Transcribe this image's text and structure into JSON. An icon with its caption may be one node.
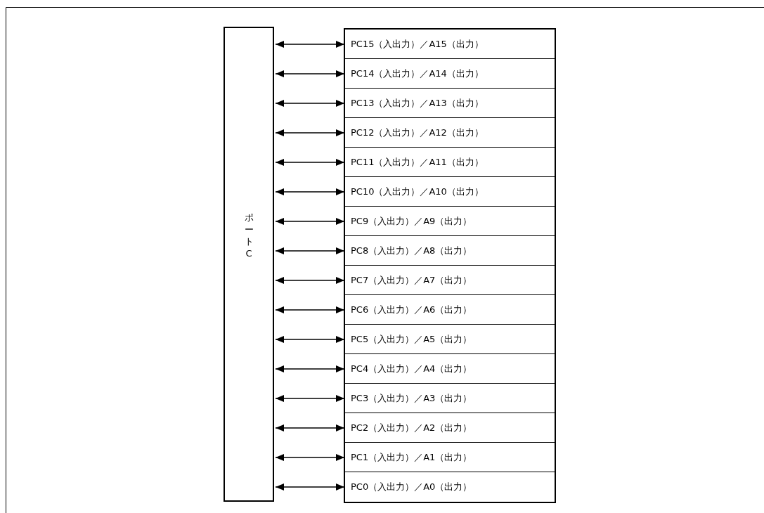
{
  "diagram": {
    "nodes": [
      {
        "text": [
          "ポートC"
        ]
      },
      {
        "text": [],
        "shape": "box"
      },
      {
        "text": [
          "PC15（入出力）／A15（出力）"
        ],
        "in": 1
      },
      {
        "text": [
          "PC14（入出力）／A14（出力）"
        ],
        "in": 1
      },
      {
        "text": [
          "PC13（入出力）／A13（出力）"
        ],
        "in": 1
      },
      {
        "text": [
          "PC12（入出力）／A12（出力）"
        ],
        "in": 1
      },
      {
        "text": [
          "PC11（入出力）／A11（出力）"
        ],
        "in": 1
      },
      {
        "text": [
          "PC10（入出力）／A10（出力）"
        ],
        "in": 1
      },
      {
        "text": [
          "PC9（入出力）／A9（出力）"
        ],
        "in": 1
      },
      {
        "text": [
          "PC8（入出力）／A8（出力）"
        ],
        "in": 1
      },
      {
        "text": [
          "PC7（入出力）／A7（出力）"
        ],
        "in": 1
      },
      {
        "text": [
          "PC6（入出力）／A6（出力）"
        ],
        "in": 1
      },
      {
        "text": [
          "PC5（入出力）／A5（出力）"
        ],
        "in": 1
      },
      {
        "text": [
          "PC4（入出力）／A4（出力）"
        ],
        "in": 1
      },
      {
        "text": [
          "PC3（入出力）／A3（出力）"
        ],
        "in": 1
      },
      {
        "text": [
          "PC2（入出力）／A2（出力）"
        ],
        "in": 1
      },
      {
        "text": [
          "PC1（入出力）／A1（出力）"
        ],
        "in": 1
      },
      {
        "text": [
          "PC0（入出力）／A0（出力）"
        ],
        "in": 1
      }
    ],
    "edges": [
      {
        "from": 0,
        "to": 2,
        "arrow": "both"
      },
      {
        "from": 0,
        "to": 3,
        "arrow": "both"
      },
      {
        "from": 0,
        "to": 4,
        "arrow": "both"
      },
      {
        "from": 0,
        "to": 5,
        "arrow": "both"
      },
      {
        "from": 0,
        "to": 6,
        "arrow": "both"
      },
      {
        "from": 0,
        "to": 7,
        "arrow": "both"
      },
      {
        "from": 0,
        "to": 8,
        "arrow": "both"
      },
      {
        "from": 0,
        "to": 9,
        "arrow": "both"
      },
      {
        "from": 0,
        "to": 10,
        "arrow": "both"
      },
      {
        "from": 0,
        "to": 11,
        "arrow": "both"
      },
      {
        "from": 0,
        "to": 12,
        "arrow": "both"
      },
      {
        "from": 0,
        "to": 13,
        "arrow": "both"
      },
      {
        "from": 0,
        "to": 14,
        "arrow": "both"
      },
      {
        "from": 0,
        "to": 15,
        "arrow": "both"
      },
      {
        "from": 0,
        "to": 16,
        "arrow": "both"
      },
      {
        "from": 0,
        "to": 17,
        "arrow": "both"
      }
    ]
  }
}
